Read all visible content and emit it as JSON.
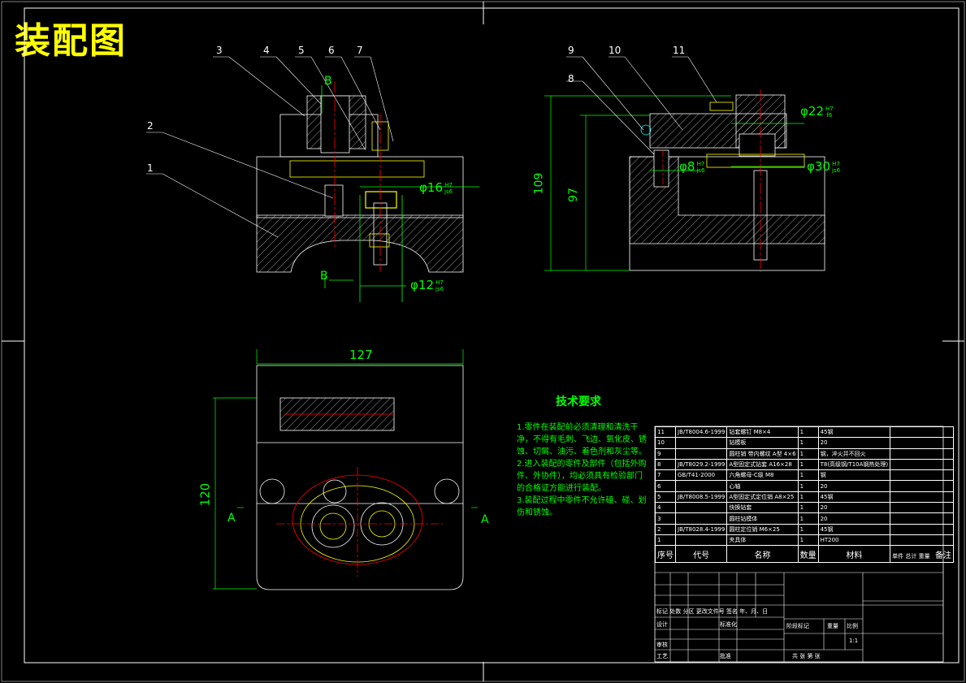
{
  "title": "装配图",
  "colors": {
    "background": "#000000",
    "frame": "#ffffff",
    "yellow": "#ffff00",
    "green": "#00ff00",
    "red": "#ff0000",
    "cyan": "#00ffff"
  },
  "balloons": [
    "1",
    "2",
    "3",
    "4",
    "5",
    "6",
    "7",
    "8",
    "9",
    "10",
    "11"
  ],
  "dims": {
    "d16": "φ16",
    "d16_fit_top": "H7",
    "d16_fit_bot": "js6",
    "d12": "φ12",
    "d12_fit_top": "H7",
    "d12_fit_bot": "js6",
    "d22": "φ22",
    "d22_fit_top": "H7",
    "d22_fit_bot": "f6",
    "d8": "φ8",
    "d8_fit_top": "H7",
    "d8_fit_bot": "js6",
    "d30": "φ30",
    "d30_fit_top": "H7",
    "d30_fit_bot": "js6",
    "h109": "109",
    "h97": "97",
    "w127": "127",
    "h120": "120"
  },
  "section_labels": {
    "b_top": "B",
    "b_bottom": "B",
    "a_left": "A",
    "a_right": "A"
  },
  "tech": {
    "heading": "技术要求",
    "items": [
      "1.零件在装配前必须清理和清洗干净，不得有毛刺、飞边、氧化皮、锈蚀、切屑、油污、着色剂和灰尘等。",
      "2.进入装配的零件及部件（包括外购件、外协件），均必须具有检验部门的合格证方能进行装配。",
      "3.装配过程中零件不允许磕、碰、划伤和锈蚀。"
    ]
  },
  "bom": {
    "rows": [
      [
        "11",
        "JB/T8004.6-1999",
        "钻套螺钉 M8×4",
        "1",
        "45钢",
        ""
      ],
      [
        "10",
        "",
        "钻模板",
        "1",
        "20",
        ""
      ],
      [
        "9",
        "",
        "圆柱销 带内螺纹 A型 4×6",
        "1",
        "钢，淬火并不回火",
        ""
      ],
      [
        "8",
        "JB/T8029.2-1999",
        "A型固定式钻套 A16×28",
        "1",
        "T8(高级钢/T10A钢热处理)",
        ""
      ],
      [
        "7",
        "GB/T41-2000",
        "六角螺母-C级 M8",
        "1",
        "钢",
        ""
      ],
      [
        "6",
        "",
        "心轴",
        "1",
        "20",
        ""
      ],
      [
        "5",
        "JB/T8008.5-1999",
        "A型固定式定位销 A8×25",
        "1",
        "45钢",
        ""
      ],
      [
        "4",
        "",
        "快换钻套",
        "1",
        "20",
        ""
      ],
      [
        "3",
        "",
        "圆柱钻模体",
        "1",
        "20",
        ""
      ],
      [
        "2",
        "JB/T8028.4-1999",
        "圆柱定位销 M6×25",
        "1",
        "45钢",
        ""
      ],
      [
        "1",
        "",
        "夹具体",
        "1",
        "HT200",
        ""
      ]
    ],
    "header": [
      "序号",
      "代号",
      "名称",
      "数量",
      "材料",
      "单件 总计 重量",
      "备注"
    ]
  },
  "titleblock": {
    "row_labels": [
      "标记",
      "处数",
      "分区",
      "更改文件号",
      "签名",
      "年、月、日"
    ],
    "design": "设计",
    "standard": "标准化",
    "review": "审核",
    "process": "工艺",
    "approve": "批准",
    "stage": "阶段标记",
    "weight": "重量",
    "scale": "比例",
    "scale_value": "1:1",
    "sheets": "共 张 第 张"
  }
}
